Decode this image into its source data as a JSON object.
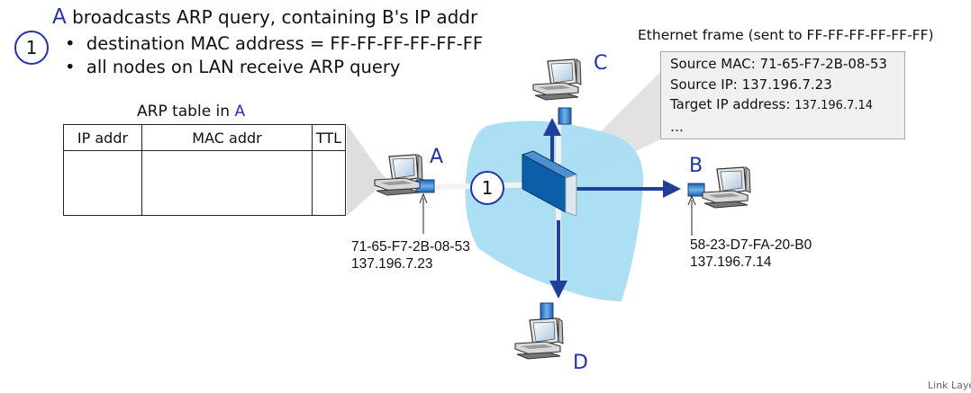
{
  "header": {
    "title_letter": "A",
    "title_text": "broadcasts ARP query, containing B's IP addr",
    "step_number": "1",
    "bullets": [
      "destination MAC address = FF-FF-FF-FF-FF-FF",
      "all nodes on LAN receive ARP query"
    ]
  },
  "arp_table": {
    "caption_text": "ARP table in",
    "caption_letter": "A",
    "columns": [
      "IP addr",
      "MAC addr",
      "TTL"
    ]
  },
  "nodes": {
    "A": {
      "label": "A",
      "mac": "71-65-F7-2B-08-53",
      "ip": "137.196.7.23"
    },
    "B": {
      "label": "B",
      "mac": "58-23-D7-FA-20-B0",
      "ip": "137.196.7.14"
    },
    "C": {
      "label": "C"
    },
    "D": {
      "label": "D"
    }
  },
  "switch_step": "1",
  "frame": {
    "title": "Ethernet frame (sent to FF-FF-FF-FF-FF-FF)",
    "source_mac": "Source MAC:  71-65-F7-2B-08-53",
    "source_ip": "Source IP: 137.196.7.23",
    "target_label": "Target IP address:",
    "target_value": "137.196.7.14",
    "ellipsis": "…"
  },
  "footer": "Link Laye",
  "colors": {
    "accent": "#2233aa",
    "lan_fill": "#a8dcf3",
    "switch": "#0b5fa8",
    "arrow": "#1f3f9a",
    "callout": "#d0d0d0"
  }
}
